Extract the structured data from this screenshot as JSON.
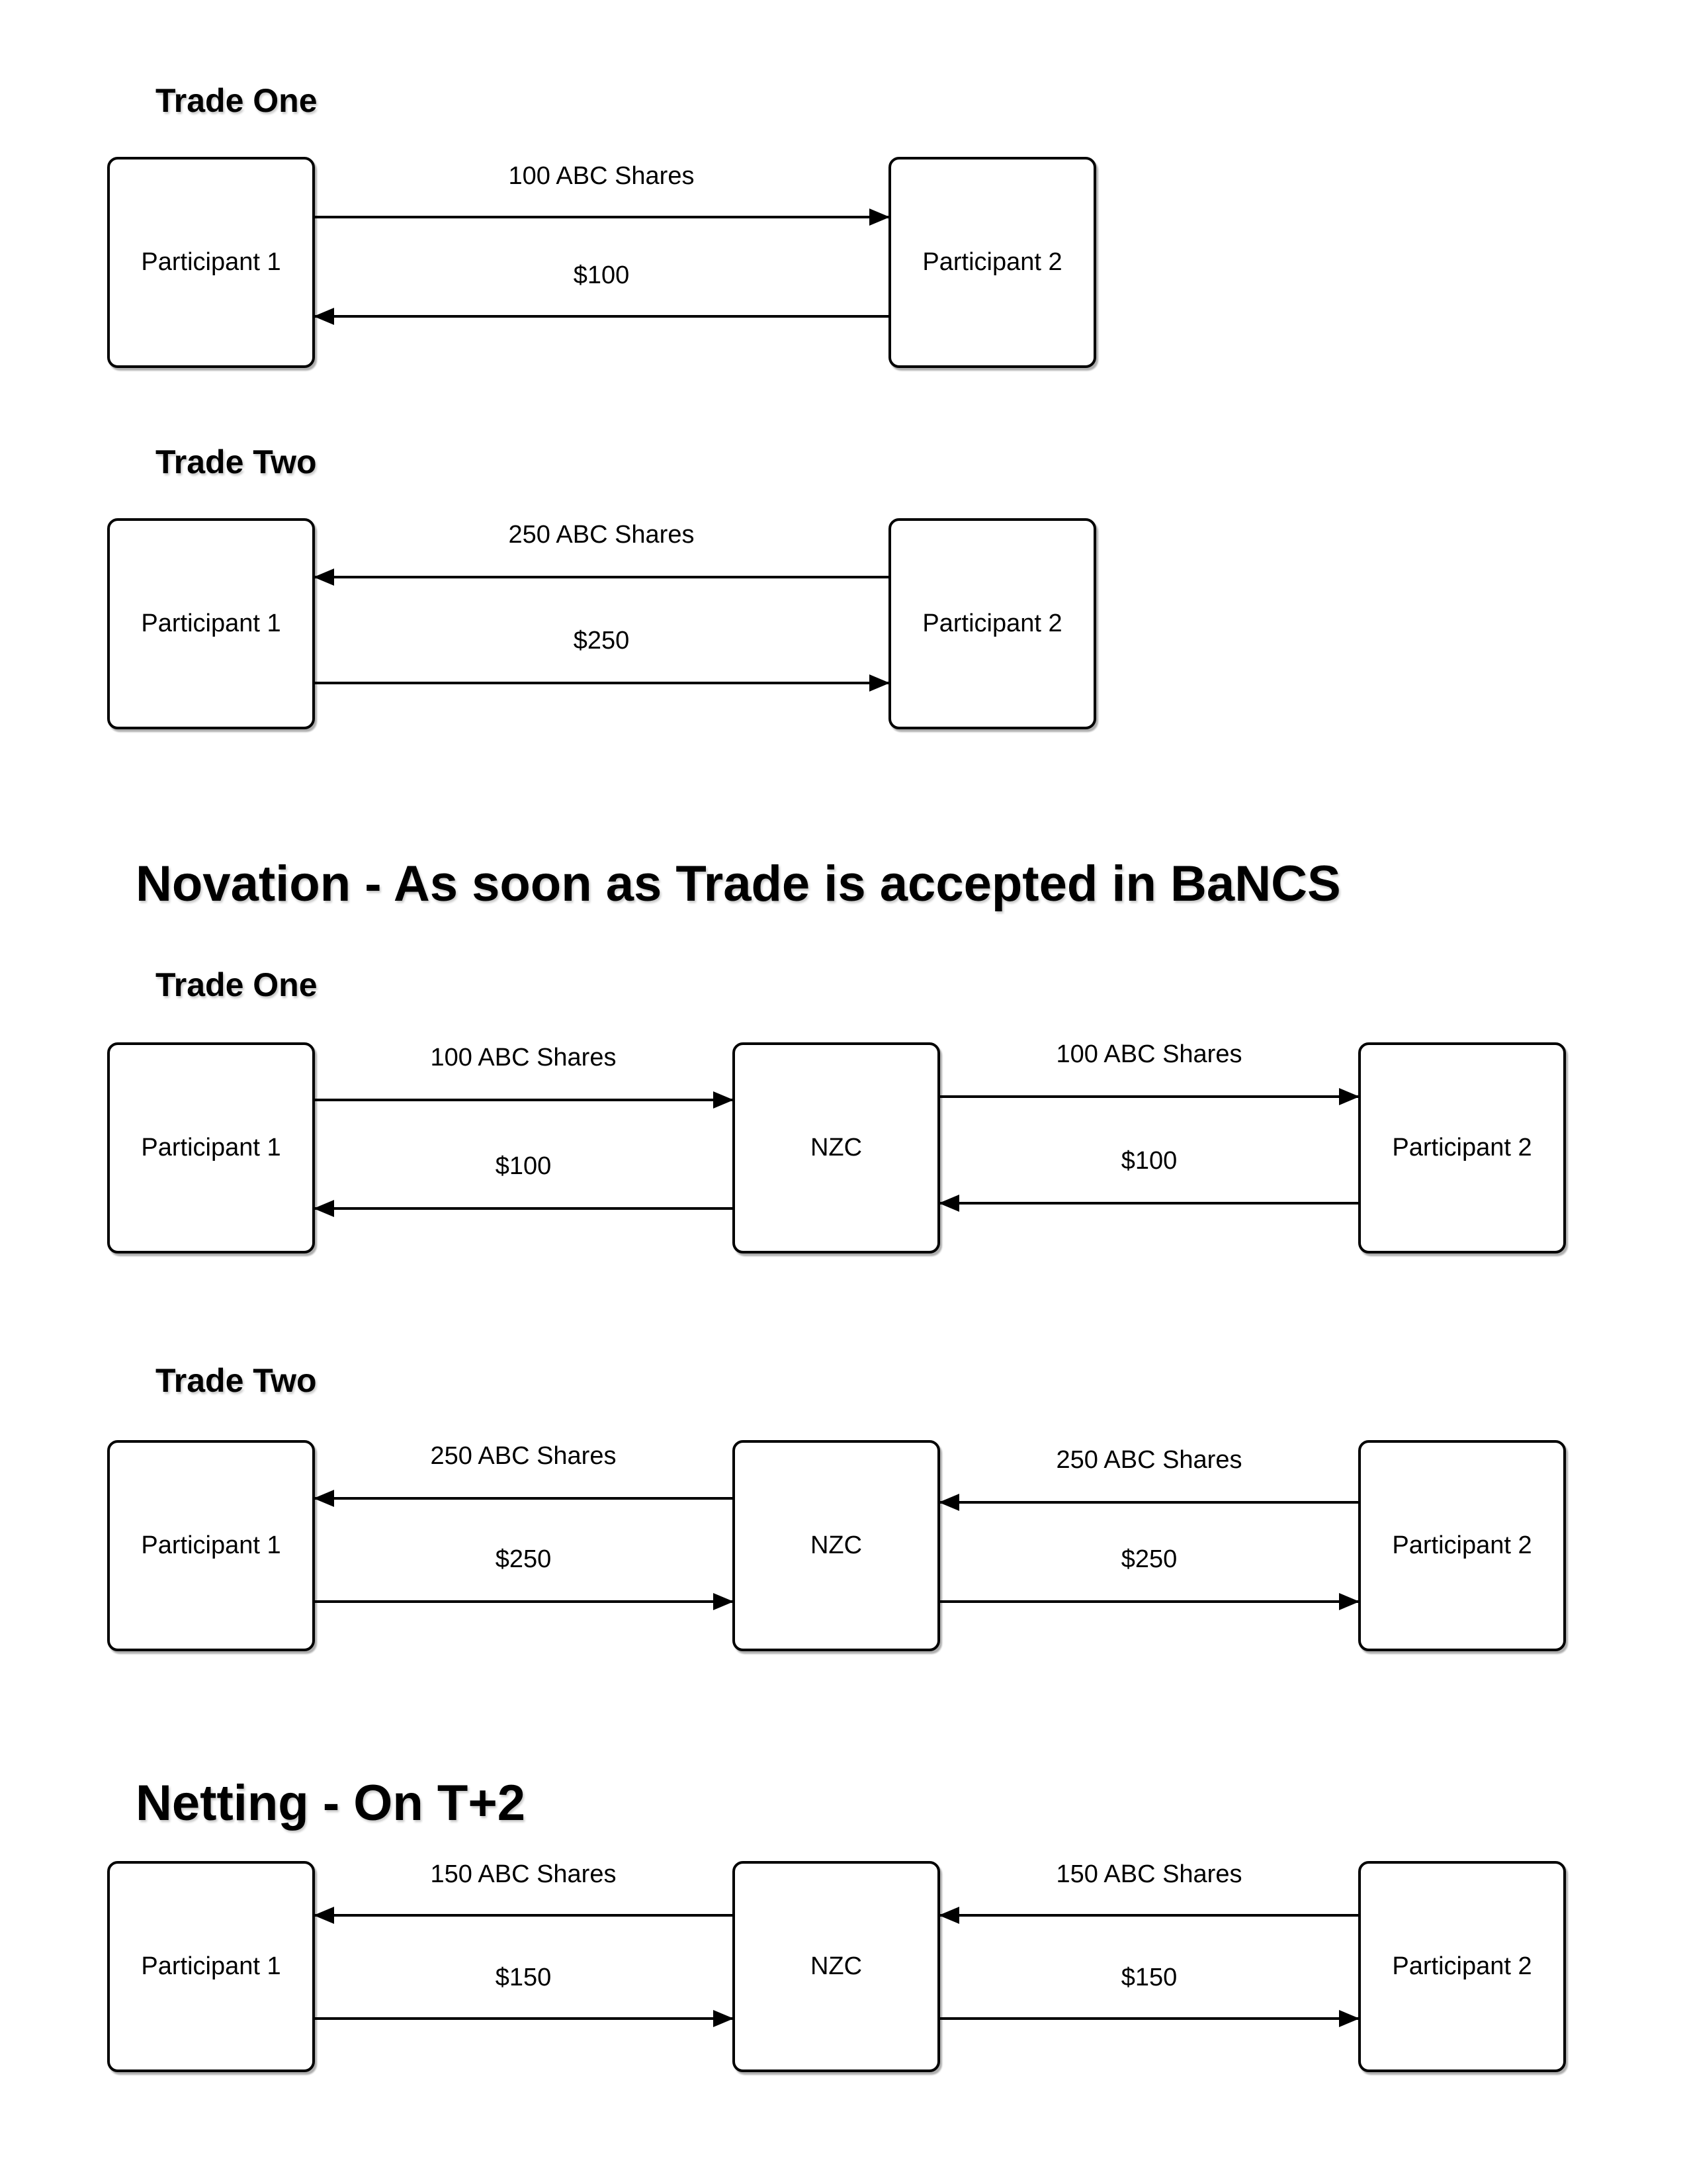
{
  "page": {
    "background_color": "#ffffff",
    "stroke_color": "#000000"
  },
  "original_trades": {
    "trade_one": {
      "title": "Trade One",
      "nodes": {
        "left": "Participant 1",
        "right": "Participant 2"
      },
      "flows": {
        "top": {
          "label": "100 ABC Shares",
          "from": "Participant 1",
          "to": "Participant 2",
          "direction": "right"
        },
        "bottom": {
          "label": "$100",
          "from": "Participant 2",
          "to": "Participant 1",
          "direction": "left"
        }
      }
    },
    "trade_two": {
      "title": "Trade Two",
      "nodes": {
        "left": "Participant 1",
        "right": "Participant 2"
      },
      "flows": {
        "top": {
          "label": "250 ABC Shares",
          "from": "Participant 2",
          "to": "Participant 1",
          "direction": "left"
        },
        "bottom": {
          "label": "$250",
          "from": "Participant 1",
          "to": "Participant 2",
          "direction": "right"
        }
      }
    }
  },
  "novation": {
    "title": "Novation - As soon as Trade is accepted in BaNCS",
    "trade_one": {
      "title": "Trade One",
      "nodes": {
        "left": "Participant 1",
        "center": "NZC",
        "right": "Participant 2"
      },
      "flows": {
        "left_top": {
          "label": "100 ABC Shares",
          "from": "Participant 1",
          "to": "NZC",
          "direction": "right"
        },
        "left_bottom": {
          "label": "$100",
          "from": "NZC",
          "to": "Participant 1",
          "direction": "left"
        },
        "right_top": {
          "label": "100 ABC Shares",
          "from": "NZC",
          "to": "Participant 2",
          "direction": "right"
        },
        "right_bottom": {
          "label": "$100",
          "from": "Participant 2",
          "to": "NZC",
          "direction": "left"
        }
      }
    },
    "trade_two": {
      "title": "Trade Two",
      "nodes": {
        "left": "Participant 1",
        "center": "NZC",
        "right": "Participant 2"
      },
      "flows": {
        "left_top": {
          "label": "250 ABC Shares",
          "from": "NZC",
          "to": "Participant 1",
          "direction": "left"
        },
        "left_bottom": {
          "label": "$250",
          "from": "Participant 1",
          "to": "NZC",
          "direction": "right"
        },
        "right_top": {
          "label": "250 ABC Shares",
          "from": "Participant 2",
          "to": "NZC",
          "direction": "left"
        },
        "right_bottom": {
          "label": "$250",
          "from": "NZC",
          "to": "Participant 2",
          "direction": "right"
        }
      }
    }
  },
  "netting": {
    "title": "Netting - On T+2",
    "nodes": {
      "left": "Participant 1",
      "center": "NZC",
      "right": "Participant 2"
    },
    "flows": {
      "left_top": {
        "label": "150 ABC Shares",
        "from": "NZC",
        "to": "Participant 1",
        "direction": "left"
      },
      "left_bottom": {
        "label": "$150",
        "from": "Participant 1",
        "to": "NZC",
        "direction": "right"
      },
      "right_top": {
        "label": "150 ABC Shares",
        "from": "Participant 2",
        "to": "NZC",
        "direction": "left"
      },
      "right_bottom": {
        "label": "$150",
        "from": "NZC",
        "to": "Participant 2",
        "direction": "right"
      }
    }
  }
}
